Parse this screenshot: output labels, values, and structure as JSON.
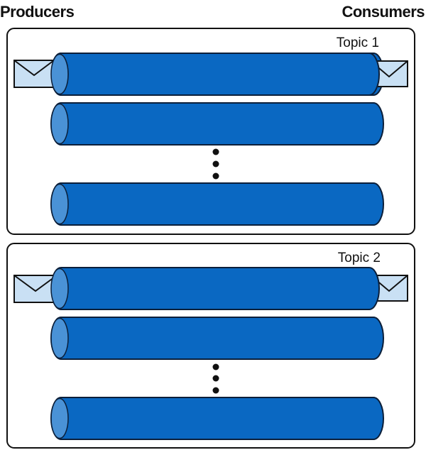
{
  "headers": {
    "producers": "Producers",
    "consumers": "Consumers"
  },
  "topics": [
    {
      "title": "Topic 1",
      "pipe_count_shown": 3,
      "has_ellipsis": true,
      "incoming_message": "envelope-icon",
      "outgoing_message": "envelope-icon"
    },
    {
      "title": "Topic 2",
      "pipe_count_shown": 3,
      "has_ellipsis": true,
      "incoming_message": "envelope-icon",
      "outgoing_message": "envelope-icon"
    }
  ],
  "colors": {
    "pipe_fill": "#0a68c2",
    "pipe_highlight": "#4a92d6",
    "pipe_outline": "#0b1f3a",
    "envelope_fill": "#c9e0f4",
    "box_stroke": "#111111"
  }
}
